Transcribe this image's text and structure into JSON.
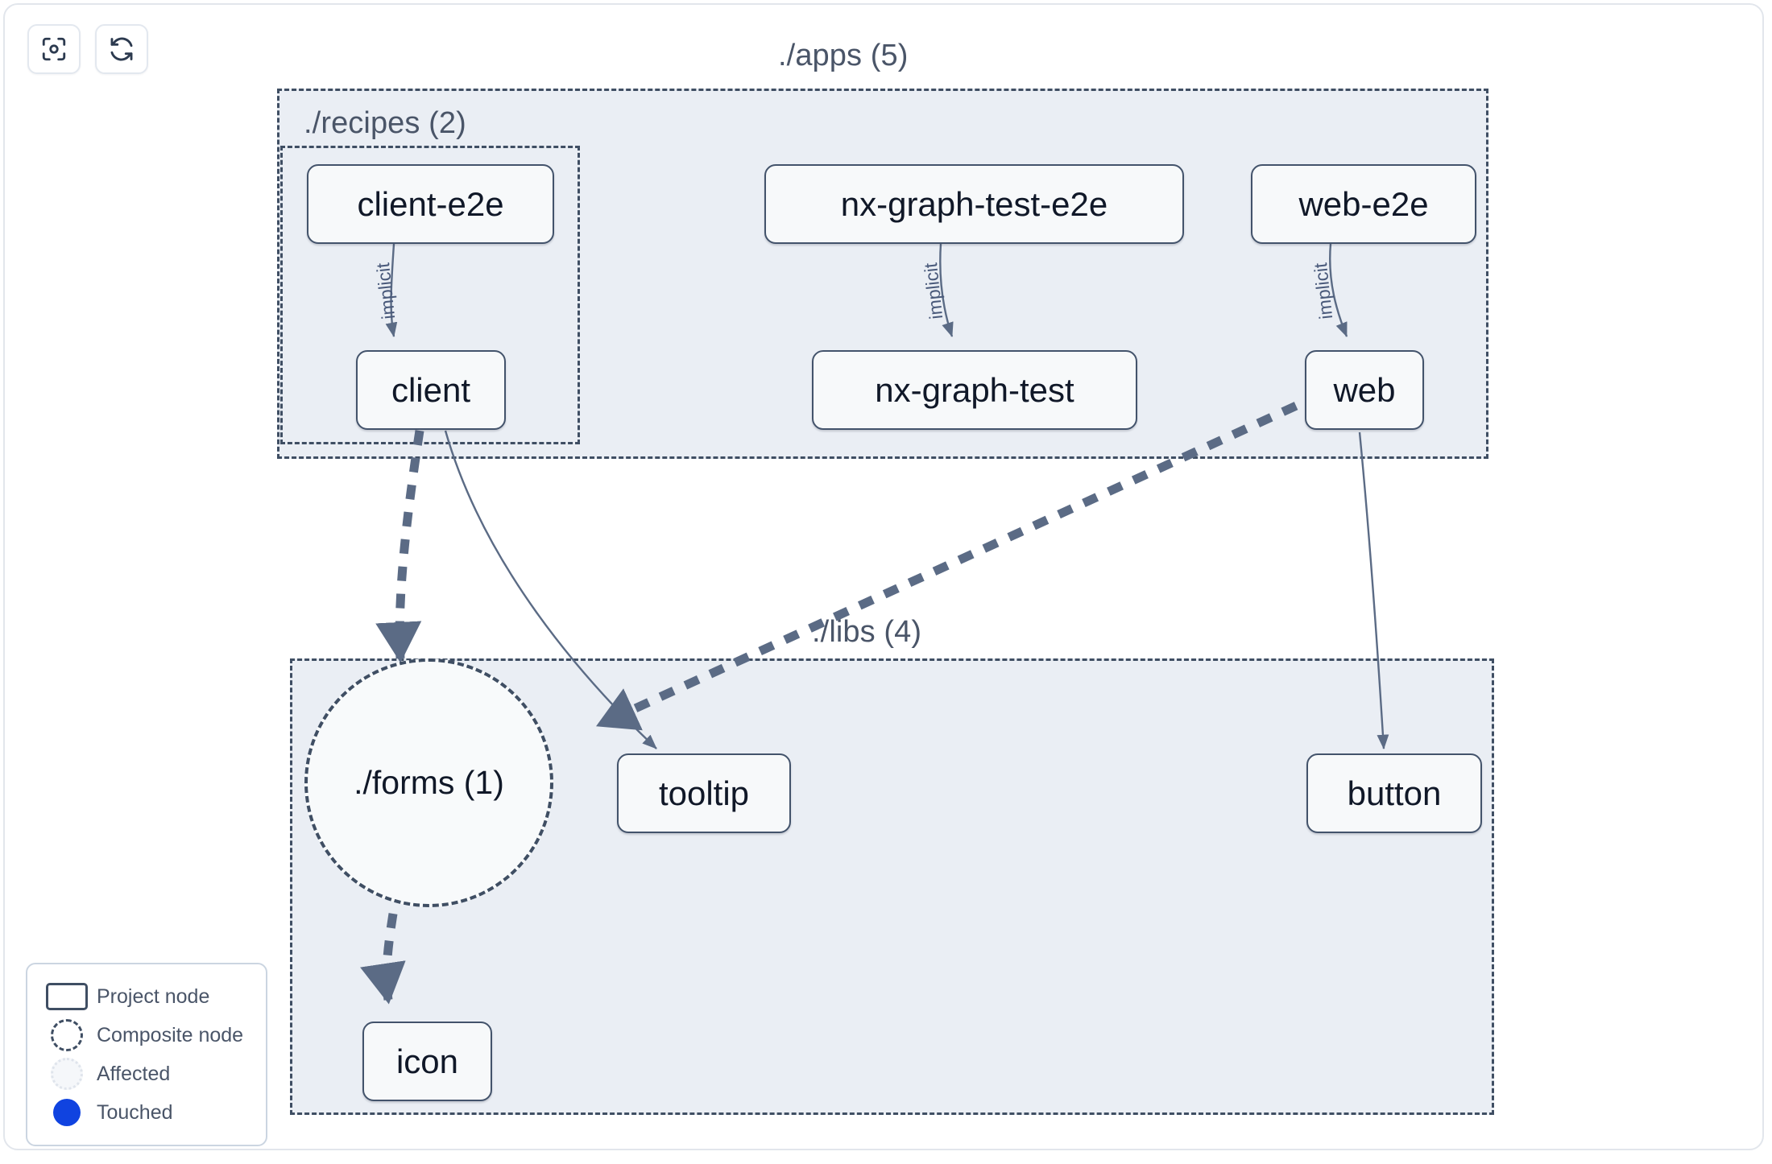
{
  "toolbar": {
    "buttons": [
      {
        "name": "focus-graph-button",
        "icon": "focus-target-icon",
        "label": ""
      },
      {
        "name": "refresh-graph-button",
        "icon": "refresh-icon",
        "label": ""
      }
    ]
  },
  "graph": {
    "containers": [
      {
        "id": "apps",
        "label": "./apps (5)",
        "count": 5
      },
      {
        "id": "recipes",
        "label": "./recipes (2)",
        "count": 2
      },
      {
        "id": "libs",
        "label": "./libs (4)",
        "count": 4
      }
    ],
    "nodes": [
      {
        "id": "client-e2e",
        "label": "client-e2e",
        "type": "project"
      },
      {
        "id": "nx-graph-test-e2e",
        "label": "nx-graph-test-e2e",
        "type": "project"
      },
      {
        "id": "web-e2e",
        "label": "web-e2e",
        "type": "project"
      },
      {
        "id": "client",
        "label": "client",
        "type": "project"
      },
      {
        "id": "nx-graph-test",
        "label": "nx-graph-test",
        "type": "project"
      },
      {
        "id": "web",
        "label": "web",
        "type": "project"
      },
      {
        "id": "forms",
        "label": "./forms (1)",
        "type": "composite"
      },
      {
        "id": "tooltip",
        "label": "tooltip",
        "type": "project"
      },
      {
        "id": "button",
        "label": "button",
        "type": "project"
      },
      {
        "id": "icon",
        "label": "icon",
        "type": "project"
      }
    ],
    "edges": [
      {
        "from": "client-e2e",
        "to": "client",
        "label": "implicit",
        "style": "solid"
      },
      {
        "from": "nx-graph-test-e2e",
        "to": "nx-graph-test",
        "label": "implicit",
        "style": "solid"
      },
      {
        "from": "web-e2e",
        "to": "web",
        "label": "implicit",
        "style": "solid"
      },
      {
        "from": "client",
        "to": "forms",
        "label": "",
        "style": "dashed"
      },
      {
        "from": "client",
        "to": "tooltip",
        "label": "",
        "style": "solid"
      },
      {
        "from": "web",
        "to": "forms",
        "label": "",
        "style": "dashed"
      },
      {
        "from": "web",
        "to": "button",
        "label": "",
        "style": "solid"
      },
      {
        "from": "forms",
        "to": "icon",
        "label": "",
        "style": "dashed"
      }
    ]
  },
  "legend": {
    "items": [
      {
        "symbol": "project-node-symbol",
        "label": "Project node"
      },
      {
        "symbol": "composite-node-symbol",
        "label": "Composite node"
      },
      {
        "symbol": "affected-node-symbol",
        "label": "Affected"
      },
      {
        "symbol": "touched-node-symbol",
        "label": "Touched"
      }
    ]
  },
  "colors": {
    "container_bg": "#eaeef4",
    "container_border": "#3f4e63",
    "node_bg": "#f7f9fa",
    "node_border": "#43536b",
    "node_text": "#101828",
    "label_text": "#4a5568",
    "edge": "#5b6b85",
    "touched": "#1043e0"
  }
}
